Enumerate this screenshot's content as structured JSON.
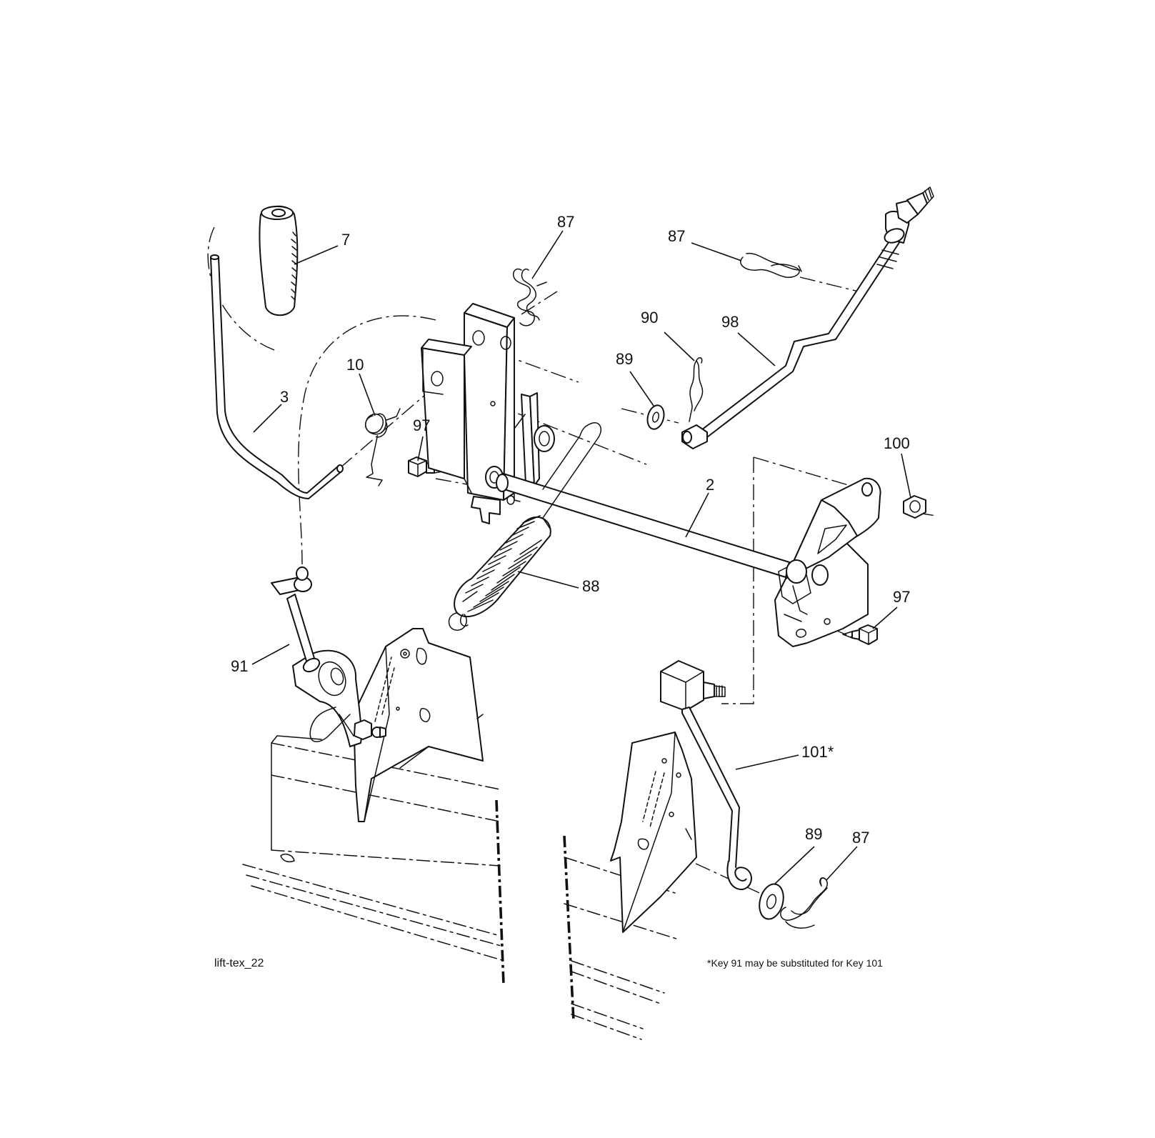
{
  "figure_id": "lift-tex_22",
  "footnote": "*Key 91 may be substituted for Key 101",
  "callouts": {
    "c7": "7",
    "c87a": "87",
    "c87b": "87",
    "c3": "3",
    "c10": "10",
    "c97a": "97",
    "c90": "90",
    "c98": "98",
    "c89a": "89",
    "c100": "100",
    "c2": "2",
    "c88": "88",
    "c97b": "97",
    "c91": "91",
    "c101": "101*",
    "c89b": "89",
    "c87c": "87"
  }
}
